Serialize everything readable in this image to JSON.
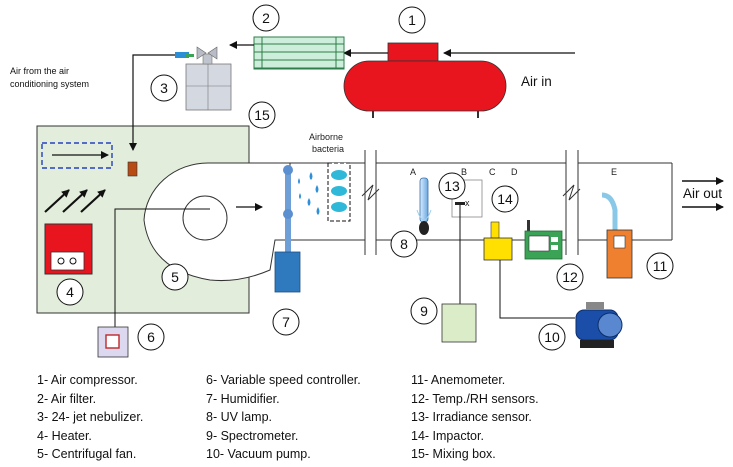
{
  "labels": {
    "air_in": "Air in",
    "air_out": "Air out",
    "airborne_bacteria_line1": "Airborne",
    "airborne_bacteria_line2": "bacteria",
    "air_from_ac_line1": "Air from the air",
    "air_from_ac_line2": "conditioning system",
    "probe_a": "A",
    "probe_b": "B",
    "probe_c": "C",
    "probe_d": "D",
    "probe_e": "E",
    "sensor_x": "x"
  },
  "callouts": [
    "1",
    "2",
    "3",
    "4",
    "5",
    "6",
    "7",
    "8",
    "9",
    "10",
    "11",
    "12",
    "13",
    "14",
    "15"
  ],
  "legend": {
    "col1": [
      "1-   Air compressor.",
      "2-   Air filter.",
      "3-   24- jet nebulizer.",
      "4-   Heater.",
      "5-   Centrifugal fan."
    ],
    "col2": [
      "6- Variable speed controller.",
      "7- Humidifier.",
      "8- UV lamp.",
      "9- Spectrometer.",
      "10- Vacuum pump."
    ],
    "col3": [
      "11- Anemometer.",
      "12- Temp./RH sensors.",
      "13- Irradiance sensor.",
      "14- Impactor.",
      "15- Mixing box."
    ]
  },
  "colors": {
    "mixing_box": "#e2eedb",
    "compressor": "#e8141e",
    "heater": "#e8141e",
    "filter": "#cdeedb",
    "humidifier": "#2f79bf",
    "spectrometer": "#dbecc8",
    "impactor": "#ffe000",
    "anemometer": "#ee8030",
    "sensor_box": "#3aa356",
    "water": "#2f8fd8",
    "duct_line": "#333333",
    "ac_dashed": "#2440c0"
  }
}
